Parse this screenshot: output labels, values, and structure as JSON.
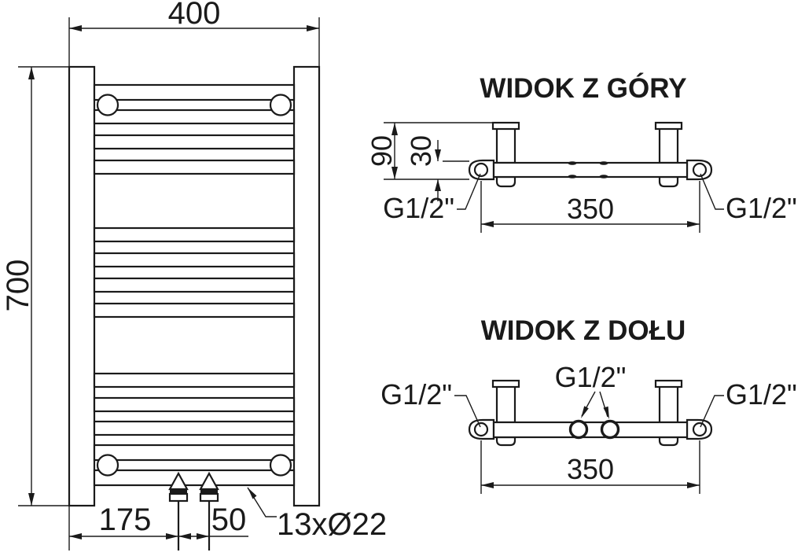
{
  "drawing_type": "technical-dimension-drawing",
  "subject": "towel radiator",
  "colors": {
    "line": "#1a1a1a",
    "background": "#ffffff"
  },
  "front_view": {
    "width_label": "400",
    "height_label": "700",
    "valve_offset_label": "175",
    "valve_spacing_label": "50",
    "tube_spec_label": "13xØ22"
  },
  "top_view": {
    "title": "WIDOK Z GÓRY",
    "depth_label": "90",
    "inset_label": "30",
    "connection_spacing_label": "350",
    "left_connection_label": "G1/2\"",
    "right_connection_label": "G1/2\""
  },
  "bottom_view": {
    "title": "WIDOK Z DOŁU",
    "connection_spacing_label": "350",
    "left_connection_label": "G1/2\"",
    "center_connection_label": "G1/2\"",
    "right_connection_label": "G1/2\""
  }
}
